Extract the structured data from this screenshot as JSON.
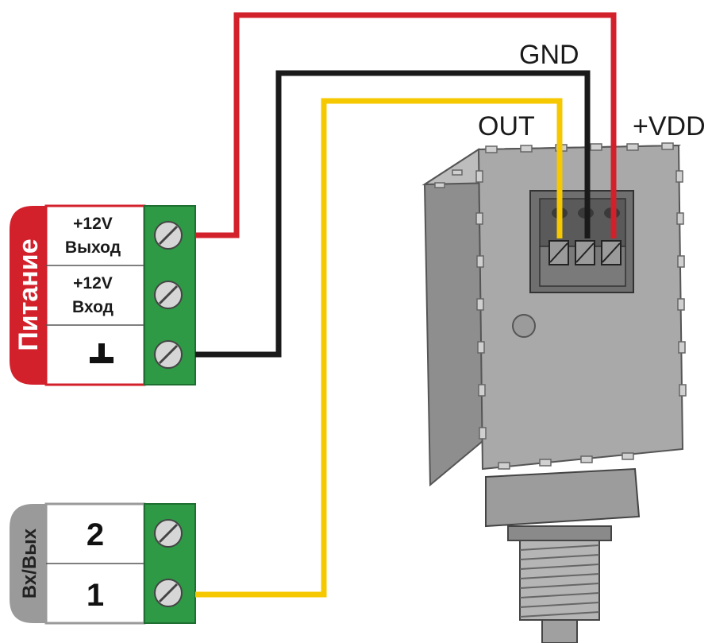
{
  "sensor_pins": {
    "gnd": "GND",
    "out": "OUT",
    "vdd": "+VDD"
  },
  "power_block": {
    "title": "Питание",
    "rows": [
      {
        "line1": "+12V",
        "line2": "Выход"
      },
      {
        "line1": "+12V",
        "line2": "Вход"
      },
      {
        "line1": "",
        "line2": ""
      }
    ]
  },
  "io_block": {
    "title": "Вх/Вых",
    "rows": [
      "2",
      "1"
    ]
  },
  "wire_colors": {
    "red": "#d3212c",
    "black": "#1a1a1a",
    "yellow": "#f5c800"
  },
  "colors": {
    "terminal_green": "#2e9a46",
    "power_red": "#d3212c",
    "io_gray": "#9a9a9a",
    "sensor_body": "#a7a7a7"
  }
}
